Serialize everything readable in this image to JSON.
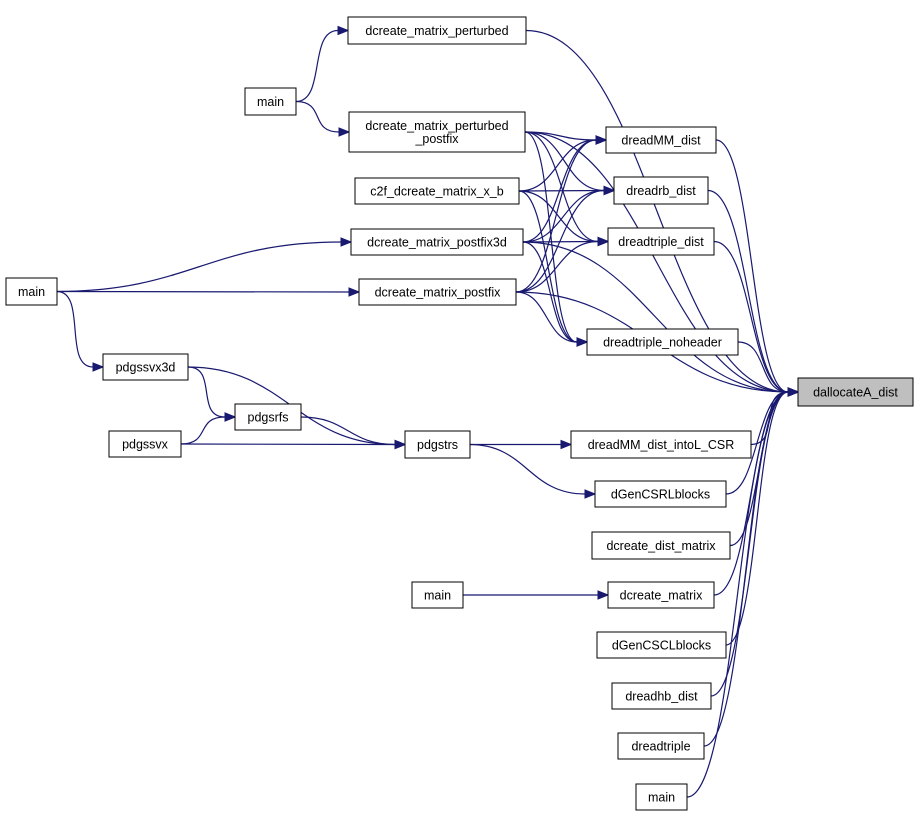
{
  "graph": {
    "nodes": [
      {
        "id": "dallocateA_dist",
        "label": [
          "dallocateA_dist"
        ],
        "focus": true
      },
      {
        "id": "dcreate_matrix_perturbed",
        "label": [
          "dcreate_matrix_perturbed"
        ]
      },
      {
        "id": "main_a",
        "label": [
          "main"
        ]
      },
      {
        "id": "dcreate_matrix_perturbed_postfix",
        "label": [
          "dcreate_matrix_perturbed",
          "_postfix"
        ]
      },
      {
        "id": "dreadMM_dist",
        "label": [
          "dreadMM_dist"
        ]
      },
      {
        "id": "c2f_dcreate_matrix_x_b",
        "label": [
          "c2f_dcreate_matrix_x_b"
        ]
      },
      {
        "id": "dreadrb_dist",
        "label": [
          "dreadrb_dist"
        ]
      },
      {
        "id": "dcreate_matrix_postfix3d",
        "label": [
          "dcreate_matrix_postfix3d"
        ]
      },
      {
        "id": "dreadtriple_dist",
        "label": [
          "dreadtriple_dist"
        ]
      },
      {
        "id": "main_b",
        "label": [
          "main"
        ]
      },
      {
        "id": "dcreate_matrix_postfix",
        "label": [
          "dcreate_matrix_postfix"
        ]
      },
      {
        "id": "dreadtriple_noheader",
        "label": [
          "dreadtriple_noheader"
        ]
      },
      {
        "id": "pdgssvx3d",
        "label": [
          "pdgssvx3d"
        ]
      },
      {
        "id": "pdgsrfs",
        "label": [
          "pdgsrfs"
        ]
      },
      {
        "id": "pdgssvx",
        "label": [
          "pdgssvx"
        ]
      },
      {
        "id": "pdgstrs",
        "label": [
          "pdgstrs"
        ]
      },
      {
        "id": "dreadMM_dist_intoL_CSR",
        "label": [
          "dreadMM_dist_intoL_CSR"
        ]
      },
      {
        "id": "dGenCSRLblocks",
        "label": [
          "dGenCSRLblocks"
        ]
      },
      {
        "id": "dcreate_dist_matrix",
        "label": [
          "dcreate_dist_matrix"
        ]
      },
      {
        "id": "main_c",
        "label": [
          "main"
        ]
      },
      {
        "id": "dcreate_matrix",
        "label": [
          "dcreate_matrix"
        ]
      },
      {
        "id": "dGenCSCLblocks",
        "label": [
          "dGenCSCLblocks"
        ]
      },
      {
        "id": "dreadhb_dist",
        "label": [
          "dreadhb_dist"
        ]
      },
      {
        "id": "dreadtriple",
        "label": [
          "dreadtriple"
        ]
      },
      {
        "id": "main_d",
        "label": [
          "main"
        ]
      }
    ],
    "edges": [
      {
        "from": "dcreate_matrix_perturbed",
        "to": "dallocateA_dist"
      },
      {
        "from": "dcreate_matrix_perturbed_postfix",
        "to": "dallocateA_dist"
      },
      {
        "from": "dcreate_matrix_postfix3d",
        "to": "dallocateA_dist"
      },
      {
        "from": "dcreate_matrix_postfix",
        "to": "dallocateA_dist"
      },
      {
        "from": "dreadMM_dist",
        "to": "dallocateA_dist"
      },
      {
        "from": "dreadrb_dist",
        "to": "dallocateA_dist"
      },
      {
        "from": "dreadtriple_dist",
        "to": "dallocateA_dist"
      },
      {
        "from": "dreadtriple_noheader",
        "to": "dallocateA_dist"
      },
      {
        "from": "dreadMM_dist_intoL_CSR",
        "to": "dallocateA_dist"
      },
      {
        "from": "dGenCSRLblocks",
        "to": "dallocateA_dist"
      },
      {
        "from": "dcreate_dist_matrix",
        "to": "dallocateA_dist"
      },
      {
        "from": "dcreate_matrix",
        "to": "dallocateA_dist"
      },
      {
        "from": "dGenCSCLblocks",
        "to": "dallocateA_dist"
      },
      {
        "from": "dreadhb_dist",
        "to": "dallocateA_dist"
      },
      {
        "from": "dreadtriple",
        "to": "dallocateA_dist"
      },
      {
        "from": "main_d",
        "to": "dallocateA_dist"
      },
      {
        "from": "main_a",
        "to": "dcreate_matrix_perturbed"
      },
      {
        "from": "main_a",
        "to": "dcreate_matrix_perturbed_postfix"
      },
      {
        "from": "dcreate_matrix_perturbed_postfix",
        "to": "dreadMM_dist"
      },
      {
        "from": "dcreate_matrix_perturbed_postfix",
        "to": "dreadrb_dist"
      },
      {
        "from": "dcreate_matrix_perturbed_postfix",
        "to": "dreadtriple_dist"
      },
      {
        "from": "dcreate_matrix_perturbed_postfix",
        "to": "dreadtriple_noheader"
      },
      {
        "from": "c2f_dcreate_matrix_x_b",
        "to": "dreadMM_dist"
      },
      {
        "from": "c2f_dcreate_matrix_x_b",
        "to": "dreadrb_dist"
      },
      {
        "from": "c2f_dcreate_matrix_x_b",
        "to": "dreadtriple_dist"
      },
      {
        "from": "c2f_dcreate_matrix_x_b",
        "to": "dreadtriple_noheader"
      },
      {
        "from": "dcreate_matrix_postfix3d",
        "to": "dreadMM_dist"
      },
      {
        "from": "dcreate_matrix_postfix3d",
        "to": "dreadrb_dist"
      },
      {
        "from": "dcreate_matrix_postfix3d",
        "to": "dreadtriple_dist"
      },
      {
        "from": "dcreate_matrix_postfix3d",
        "to": "dreadtriple_noheader"
      },
      {
        "from": "dcreate_matrix_postfix",
        "to": "dreadMM_dist"
      },
      {
        "from": "dcreate_matrix_postfix",
        "to": "dreadrb_dist"
      },
      {
        "from": "dcreate_matrix_postfix",
        "to": "dreadtriple_dist"
      },
      {
        "from": "dcreate_matrix_postfix",
        "to": "dreadtriple_noheader"
      },
      {
        "from": "main_b",
        "to": "dcreate_matrix_postfix3d"
      },
      {
        "from": "main_b",
        "to": "dcreate_matrix_postfix"
      },
      {
        "from": "main_b",
        "to": "pdgssvx3d"
      },
      {
        "from": "pdgssvx3d",
        "to": "pdgsrfs"
      },
      {
        "from": "pdgssvx3d",
        "to": "pdgstrs"
      },
      {
        "from": "pdgssvx",
        "to": "pdgsrfs"
      },
      {
        "from": "pdgssvx",
        "to": "pdgstrs"
      },
      {
        "from": "pdgsrfs",
        "to": "pdgstrs"
      },
      {
        "from": "pdgstrs",
        "to": "dreadMM_dist_intoL_CSR"
      },
      {
        "from": "pdgstrs",
        "to": "dGenCSRLblocks"
      },
      {
        "from": "main_c",
        "to": "dcreate_matrix"
      }
    ]
  },
  "colors": {
    "edge": "#191970",
    "focus_fill": "#bfbfbf",
    "node_fill": "#ffffff",
    "node_stroke": "#000000"
  }
}
